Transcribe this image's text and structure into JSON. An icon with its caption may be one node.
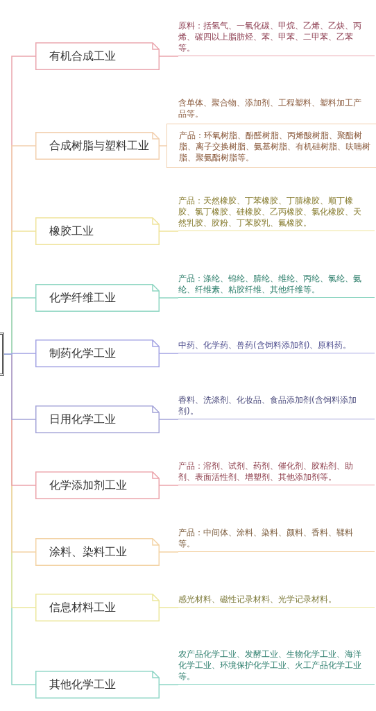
{
  "diagram": {
    "nodes": [
      {
        "text": [],
        "shape": "box"
      },
      {
        "text": [
          "有机合成工业"
        ]
      },
      {
        "text": [
          "原料：括氢气、一氧化碳、甲烷、乙烯、乙炔、丙烯、碳四以上脂肪烃、苯、甲苯、二甲苯、乙苯等。"
        ]
      },
      {
        "text": [
          "合成树脂与塑料工业"
        ]
      },
      {
        "text": [
          "产品：环氧树脂、酚醛树脂、丙烯酸树脂、聚酯树脂、离子交换树脂、氨基树脂、有机硅树脂、呋喃树脂、聚氨酯树脂等。"
        ],
        "beside": [
          "含单体、聚合物、添加剂、工程塑料、塑料加工产品等。"
        ]
      },
      {
        "text": [
          "橡胶工业"
        ]
      },
      {
        "text": [
          "产品：天然橡胶、丁苯橡胶、丁腈橡胶、顺丁橡胶、氯丁橡胶、硅橡胶、乙丙橡胶、氯化橡胶、天然乳胶、胶粉、丁苯胶乳、氟橡胶。"
        ]
      },
      {
        "text": [
          "化学纤维工业"
        ]
      },
      {
        "text": [
          "产品：涤纶、锦纶、腈纶、维纶、丙纶、氯纶、氨纶、纤维素、粘胶纤维、其他纤维等。"
        ]
      },
      {
        "text": [
          "制药化学工业"
        ]
      },
      {
        "text": [
          "中药、化学药、兽药(含饲料添加剂)、原料药。"
        ]
      },
      {
        "text": [
          "日用化学工业"
        ]
      },
      {
        "text": [
          "香料、洗涤剂、化妆品、食品添加剂(含饲料添加剂)。"
        ]
      },
      {
        "text": [
          "化学添加剂工业"
        ]
      },
      {
        "text": [
          "产品：溶剂、试剂、药剂、催化剂、胶粘剂、助剂、表面活性剂、增塑剂、其他添加剂等。"
        ]
      },
      {
        "text": [
          "涂料、染料工业"
        ]
      },
      {
        "text": [
          "产品：中间体、涂料、染料、颜料、香料、鞣料等。"
        ]
      },
      {
        "text": [
          "信息材料工业"
        ]
      },
      {
        "text": [
          "感光材料、磁性记录材料、光学记录材料。"
        ]
      },
      {
        "text": [
          "其他化学工业"
        ]
      },
      {
        "text": [
          "农产品化学工业、发酵工业、生物化学工业、海洋化学工业、环境保护化学工业、火工产品化学工业等。"
        ]
      }
    ],
    "edges": [
      {
        "from": 0,
        "to": 1,
        "arrow": "none",
        "color": "#eaa5ad"
      },
      {
        "from": 1,
        "to": 2,
        "arrow": "none",
        "color": "#eaa5ad"
      },
      {
        "from": 0,
        "to": 3,
        "arrow": "none",
        "color": "#f2cfae"
      },
      {
        "from": 3,
        "to": 4,
        "arrow": "none",
        "color": "#f2cfae"
      },
      {
        "from": 0,
        "to": 5,
        "arrow": "none",
        "color": "#efe39a"
      },
      {
        "from": 5,
        "to": 6,
        "arrow": "none",
        "color": "#efe39a"
      },
      {
        "from": 0,
        "to": 7,
        "arrow": "none",
        "color": "#8ed6c2"
      },
      {
        "from": 7,
        "to": 8,
        "arrow": "none",
        "color": "#8ed6c2"
      },
      {
        "from": 0,
        "to": 9,
        "arrow": "none",
        "color": "#a3a3e3"
      },
      {
        "from": 9,
        "to": 10,
        "arrow": "none",
        "color": "#a3a3e3"
      },
      {
        "from": 0,
        "to": 11,
        "arrow": "none",
        "color": "#a3a3d8"
      },
      {
        "from": 11,
        "to": 12,
        "arrow": "none",
        "color": "#a3a3d8"
      },
      {
        "from": 0,
        "to": 13,
        "arrow": "none",
        "color": "#eba3aa"
      },
      {
        "from": 13,
        "to": 14,
        "arrow": "none",
        "color": "#eba3aa"
      },
      {
        "from": 0,
        "to": 15,
        "arrow": "none",
        "color": "#f3d3a5"
      },
      {
        "from": 15,
        "to": 16,
        "arrow": "none",
        "color": "#f3d3a5"
      },
      {
        "from": 0,
        "to": 17,
        "arrow": "none",
        "color": "#ece79c"
      },
      {
        "from": 17,
        "to": 18,
        "arrow": "none",
        "color": "#ece79c"
      },
      {
        "from": 0,
        "to": 19,
        "arrow": "none",
        "color": "#8ed6c6"
      },
      {
        "from": 19,
        "to": 20,
        "arrow": "none",
        "color": "#8ed6c6"
      }
    ]
  }
}
